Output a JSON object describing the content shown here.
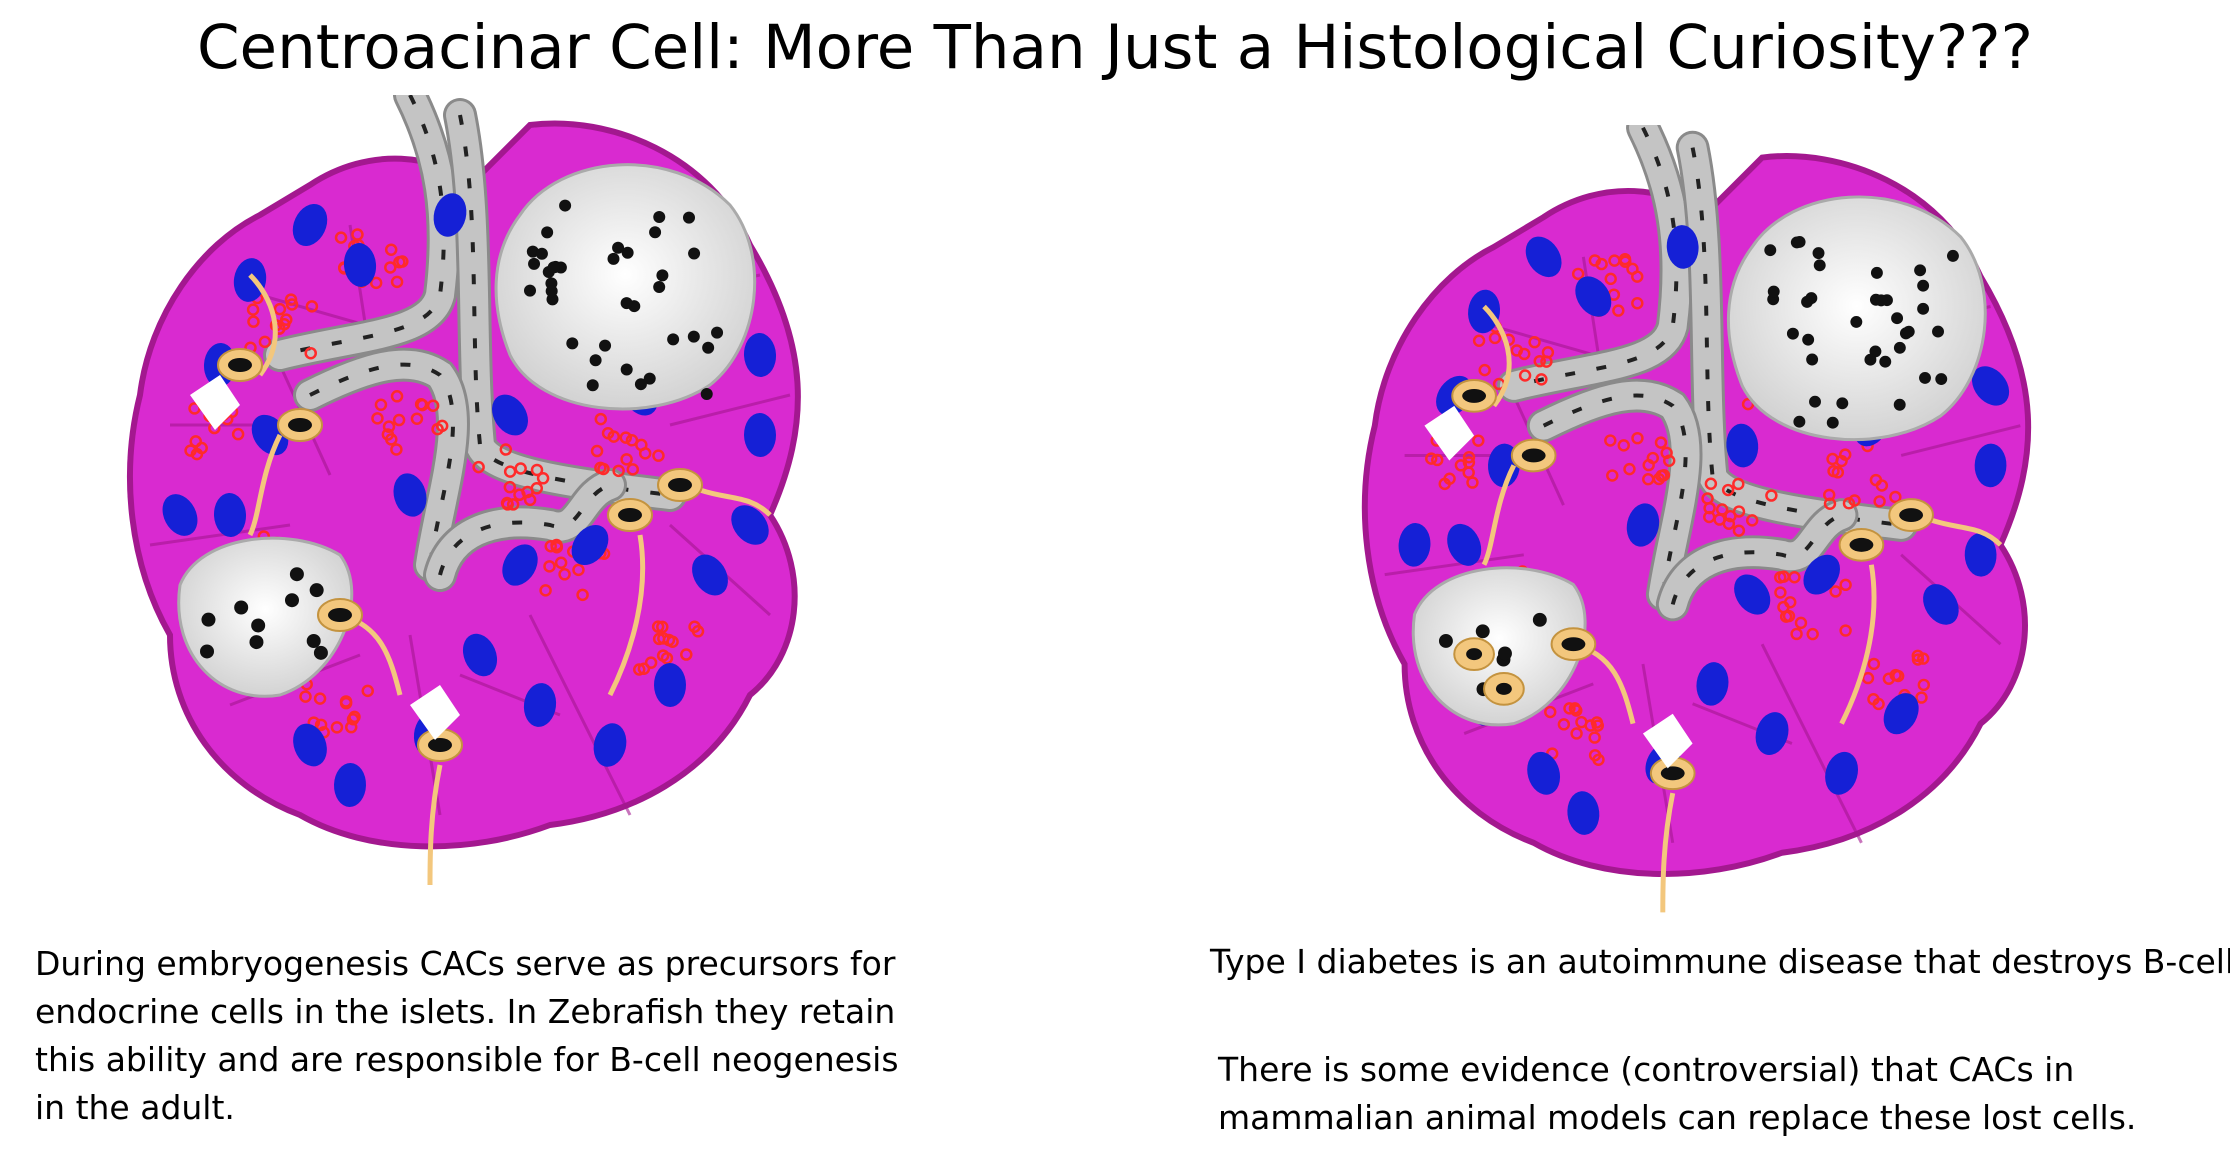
{
  "title": "Centroacinar Cell: More Than Just a Histological Curiosity???",
  "captions": {
    "left": [
      "During embryogenesis CACs serve as precursors for",
      "endocrine cells in the islets.  In Zebrafish they retain",
      "this ability and are responsible for B-cell neogenesis",
      "in the adult."
    ],
    "right_1": [
      "Type I diabetes is an autoimmune disease that destroys B-cells."
    ],
    "right_2": [
      "There is some evidence (controversial) that CACs in",
      "mammalian animal models can replace these lost cells."
    ]
  },
  "colors": {
    "acinar_cell": "#d92ad0",
    "acinar_outline": "#a3188f",
    "nucleus": "#1520d6",
    "zymogen_granule": "#ff2a2a",
    "duct": "#c4c4c4",
    "duct_outline": "#8a8a8a",
    "islet": "#ececec",
    "cac_cell": "#f3c77d",
    "cac_nucleus": "#111111"
  }
}
